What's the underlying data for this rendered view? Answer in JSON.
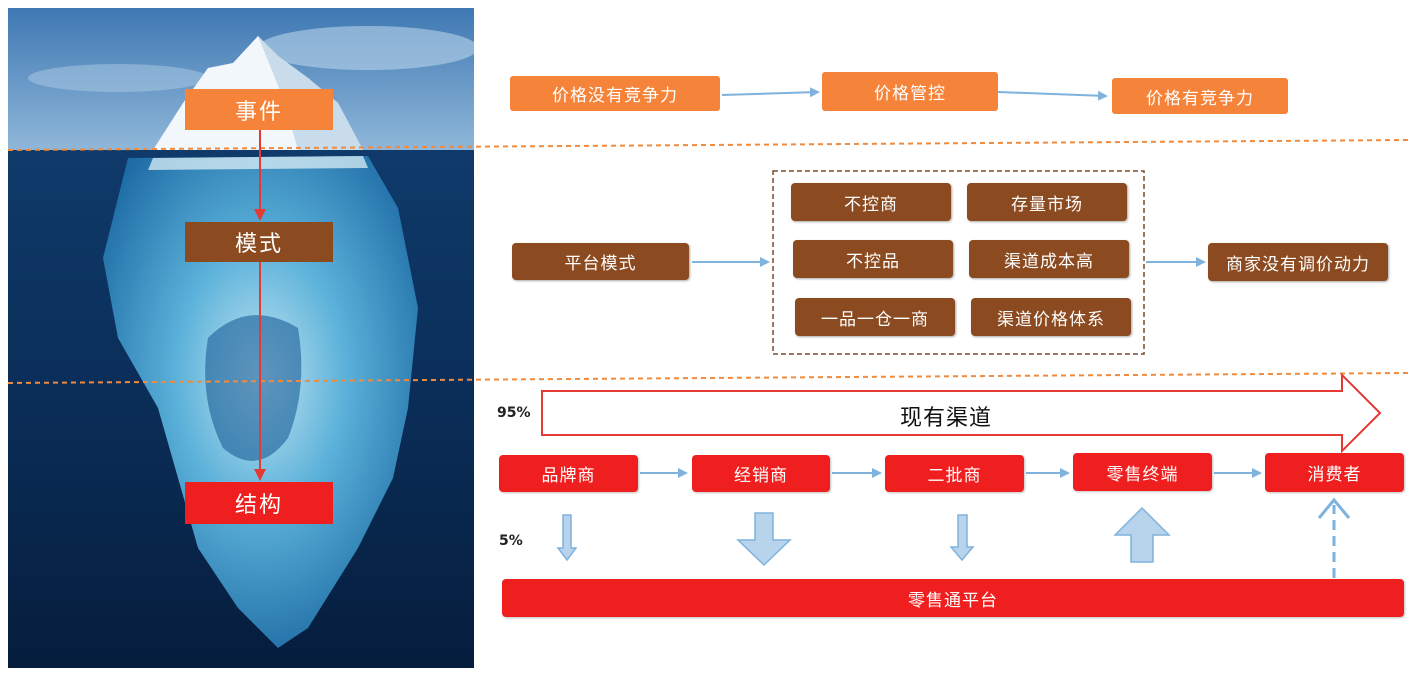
{
  "iceberg": {
    "event": "事件",
    "pattern": "模式",
    "structure": "结构"
  },
  "row_event": {
    "box1": "价格没有竞争力",
    "box2": "价格管控",
    "box3": "价格有竞争力"
  },
  "row_pattern": {
    "source": "平台模式",
    "grid": [
      "不控商",
      "存量市场",
      "不控品",
      "渠道成本高",
      "一品一仓一商",
      "渠道价格体系"
    ],
    "result": "商家没有调价动力"
  },
  "row_structure": {
    "channel_share": "95%",
    "channel_label": "现有渠道",
    "platform_share": "5%",
    "chain": [
      "品牌商",
      "经销商",
      "二批商",
      "零售终端",
      "消费者"
    ],
    "platform": "零售通平台"
  },
  "colors": {
    "orange": "#f5843a",
    "brown": "#8b4a1f",
    "red": "#f01f1f",
    "arrow_blue": "#7fb2dc",
    "divider": "#f08a3c"
  }
}
